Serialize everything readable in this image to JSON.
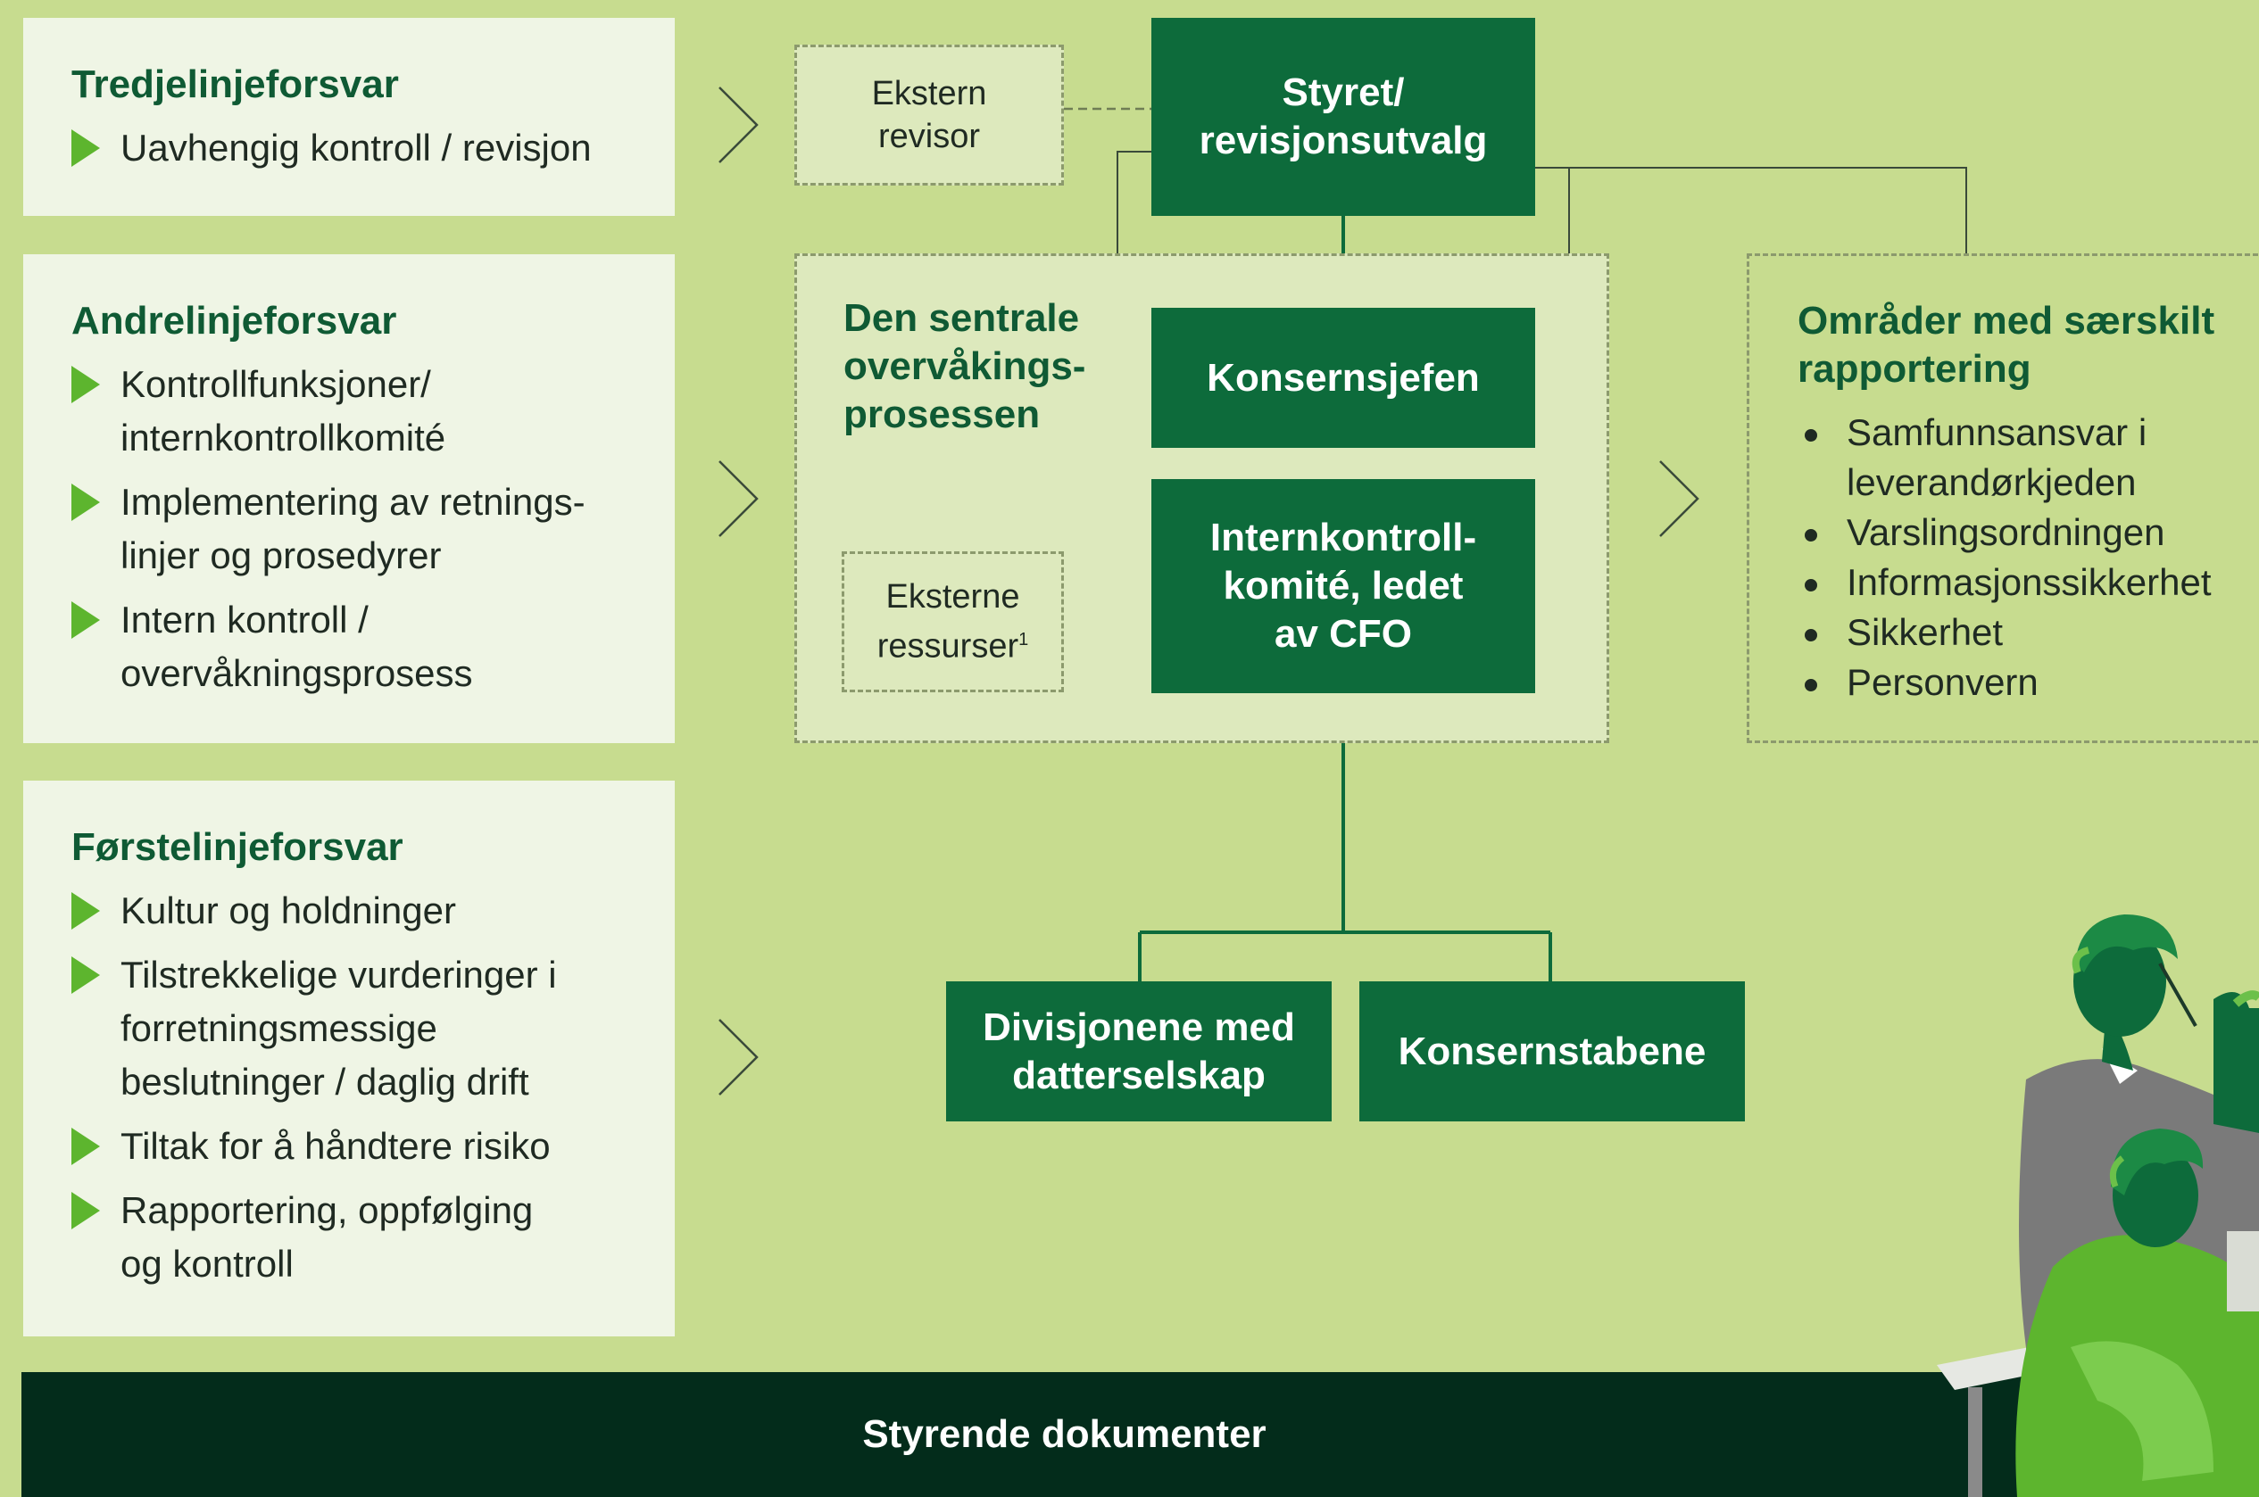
{
  "left_panels": {
    "third": {
      "title": "Tredjelinjeforsvar",
      "items": [
        "Uavhengig kontroll / revisjon"
      ]
    },
    "second": {
      "title": "Andrelinjeforsvar",
      "items": [
        "Kontrollfunksjoner/\ninternkontrollkomité",
        "Implementering av retnings-\nlinjer og prosedyrer",
        "Intern kontroll /\novervåkningsprosess"
      ]
    },
    "first": {
      "title": "Førstelinjeforsvar",
      "items": [
        "Kultur og holdninger",
        "Tilstrekkelige vurderinger i\nforretningsmessige\nbeslutninger / daglig drift",
        "Tiltak for å håndtere risiko",
        "Rapportering, oppfølging\nog kontroll"
      ]
    }
  },
  "org": {
    "ekstern_revisor": "Ekstern\nrevisor",
    "styret": "Styret/\nrevisjonsutvalg",
    "sentrale_title": "Den sentrale\novervåkings-\nprosessen",
    "konsernsjefen": "Konsernsjefen",
    "internkontroll": "Internkontroll-\nkomité, ledet\nav CFO",
    "eksterne_ressurser": "Eksterne\nressurser",
    "eksterne_ressurser_sup": "1",
    "divisjonene": "Divisjonene med\ndatterselskap",
    "konsernstabene": "Konsernstabene"
  },
  "special": {
    "title": "Områder med særskilt\nrapportering",
    "items": [
      "Samfunnsansvar i\nleverandørkjeden",
      "Varslingsordningen",
      "Informasjonssikkerhet",
      "Sikkerhet",
      "Personvern"
    ]
  },
  "bottom_bar": "Styrende dokumenter",
  "colors": {
    "background": "#c7dc8f",
    "panel": "#eff5e5",
    "dark_green": "#0d6b3b",
    "bar": "#032c1b",
    "triangle": "#5db52e"
  }
}
